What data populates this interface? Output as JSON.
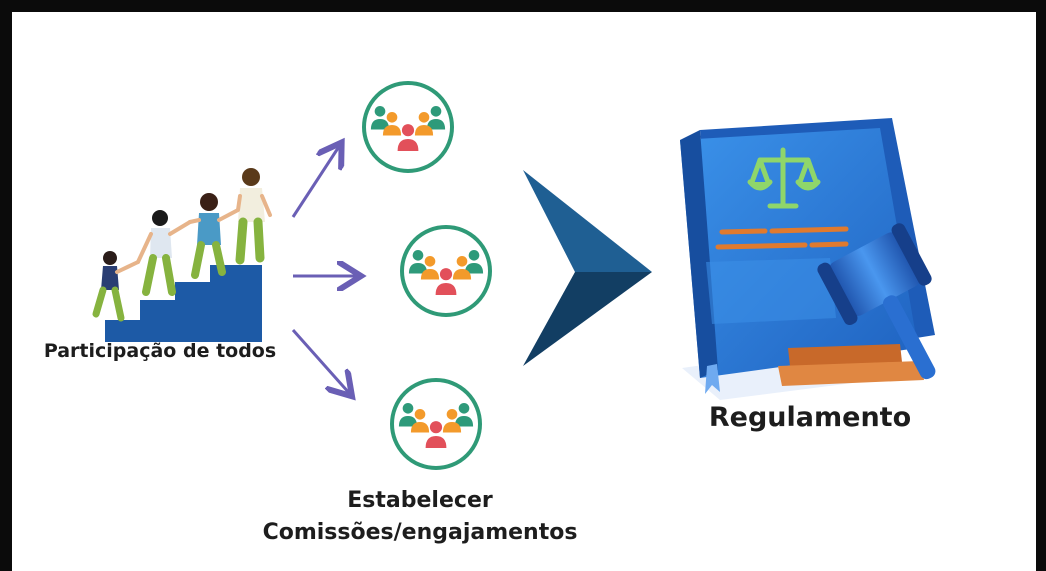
{
  "left_label": "Participação de todos",
  "groups_label_line1": "Estabelecer",
  "groups_label_line2": "Comissões/engajamentos",
  "right_label": "Regulamento",
  "colors": {
    "frame": "#0b0b0b",
    "arrow": "#6a5fb5",
    "chevron_light": "#1f5f93",
    "chevron_dark": "#123e63",
    "circle_ring": "#2f9a77",
    "book_blue": "#2d7fd9",
    "gavel": "#c8692a",
    "scales": "#8fd66a"
  },
  "icons": [
    "people-climbing-stairs-icon",
    "group-icon",
    "group-icon",
    "group-icon",
    "law-book-gavel-icon"
  ]
}
